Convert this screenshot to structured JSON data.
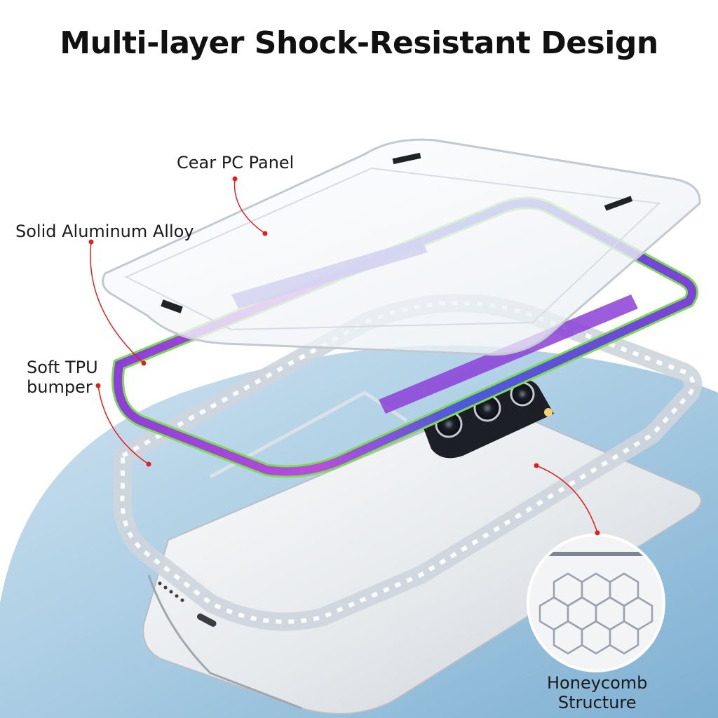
{
  "title": "Multi-layer Shock-Resistant Design",
  "labels": {
    "pc_panel": "Cear PC Panel",
    "alloy": "Solid Aluminum Alloy",
    "tpu_line1": "Soft TPU",
    "tpu_line2": "bumper",
    "honeycomb_line1": "Honeycomb",
    "honeycomb_line2": "Structure"
  },
  "colors": {
    "title": "#111111",
    "label_text": "#1a1a1a",
    "leader_line": "#e02020",
    "background_arc": "#a9cce3",
    "bumper_purple": "#8b3fd6",
    "bumper_blue": "#4a5ad8",
    "bumper_green": "#7ed957",
    "phone_body": "#e9ebee"
  }
}
